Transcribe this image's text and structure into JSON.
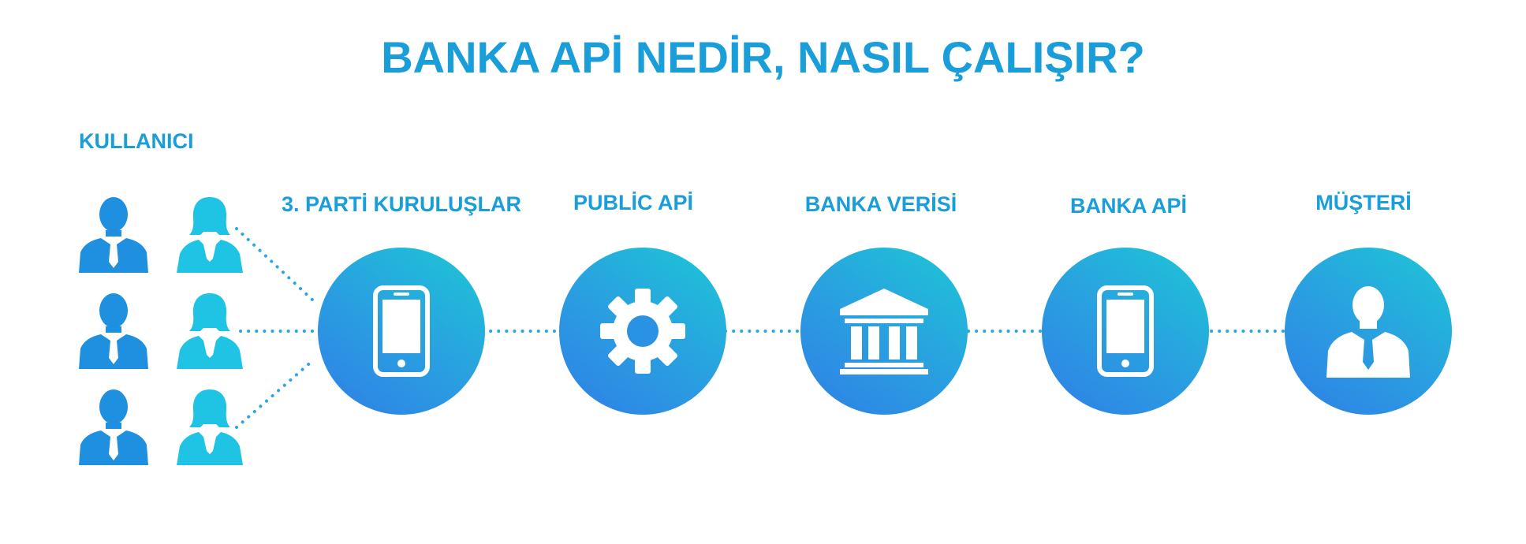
{
  "title": "BANKA APİ NEDİR, NASIL ÇALIŞIR?",
  "users_label": "KULLANICI",
  "stages": [
    {
      "label": "3. PARTİ KURULUŞLAR",
      "icon": "smartphone-icon"
    },
    {
      "label": "PUBLİC APİ",
      "icon": "gear-icon"
    },
    {
      "label": "BANKA VERİSİ",
      "icon": "bank-icon"
    },
    {
      "label": "BANKA APİ",
      "icon": "smartphone-icon"
    },
    {
      "label": "MÜŞTERİ",
      "icon": "customer-icon"
    }
  ],
  "colors": {
    "title": "#1a9ed9",
    "male_user": "#1f8fe0",
    "female_user": "#1fc3e3",
    "circle_gradient": [
      "#2f7fe6",
      "#1dc7d6"
    ],
    "connector": "#2aa7e0"
  }
}
